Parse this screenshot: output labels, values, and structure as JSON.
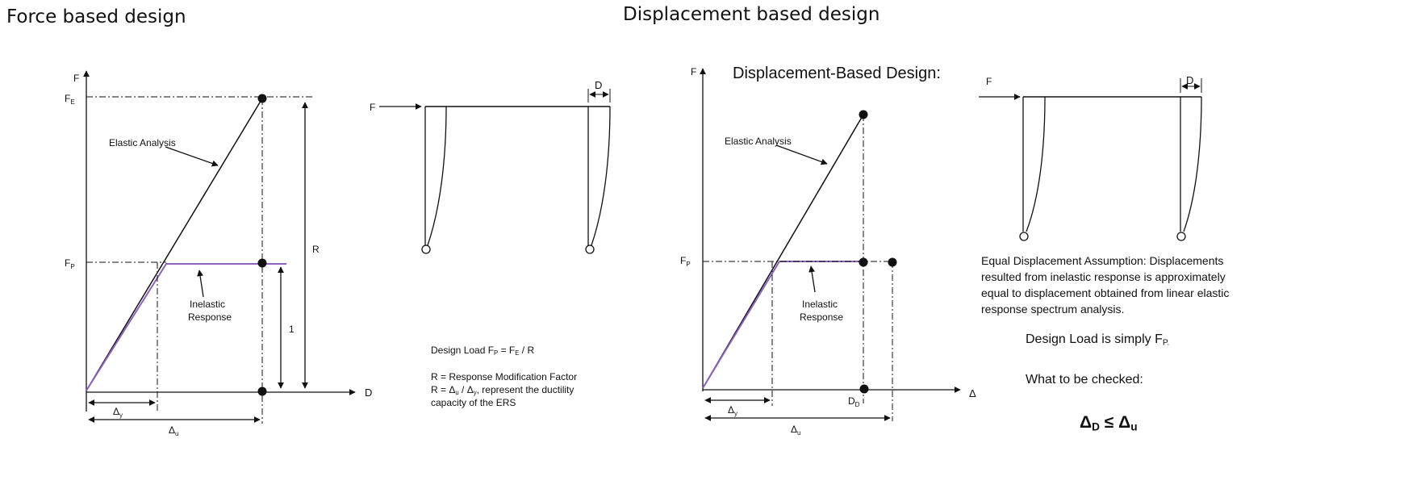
{
  "headings": {
    "left": "Force based design",
    "right": "Displacement based design"
  },
  "force_based": {
    "axis_f": "F",
    "axis_d": "D",
    "label_fe": "F",
    "label_fe_sub": "E",
    "label_fp": "F",
    "label_fp_sub": "P",
    "elastic_analysis": "Elastic Analysis",
    "inelastic_line1": "Inelastic",
    "inelastic_line2": "Response",
    "r_dim": "R",
    "one_dim": "1",
    "delta_y": "Δ",
    "delta_y_sub": "y",
    "delta_u": "Δ",
    "delta_u_sub": "u",
    "frame_force": "F",
    "frame_disp": "D",
    "design_load": "Design Load F",
    "design_load_sub1": "P",
    "design_load_mid": " = F",
    "design_load_sub2": "E",
    "design_load_end": " / R",
    "r_def": "R = Response Modification Factor",
    "r_eq_1": "R = Δ",
    "r_eq_sub1": "u",
    "r_eq_2": " / Δ",
    "r_eq_sub2": "y",
    "r_eq_3": ", represent the ductility",
    "r_eq_line2": "capacity of the ERS"
  },
  "displacement_based": {
    "title": "Displacement-Based Design:",
    "axis_f": "F",
    "axis_d": "Δ",
    "label_fp": "F",
    "label_fp_sub": "P",
    "elastic_analysis": "Elastic Analysis",
    "inelastic_line1": "Inelastic",
    "inelastic_line2": "Response",
    "delta_y": "Δ",
    "delta_y_sub": "y",
    "delta_u": "Δ",
    "delta_u_sub": "u",
    "dd": "D",
    "dd_sub": "D",
    "frame_force": "F",
    "frame_disp": "D",
    "eda_line1": "Equal Displacement Assumption: Displacements",
    "eda_line2": "resulted from inelastic response is approximately",
    "eda_line3": "equal to displacement obtained from linear elastic",
    "eda_line4": "response spectrum analysis.",
    "design_load": "Design Load is simply F",
    "design_load_sub": "P.",
    "check_title": "What to be checked:",
    "check_1": "Δ",
    "check_sub1": "D",
    "check_2": " ≤ Δ",
    "check_sub2": "u"
  }
}
